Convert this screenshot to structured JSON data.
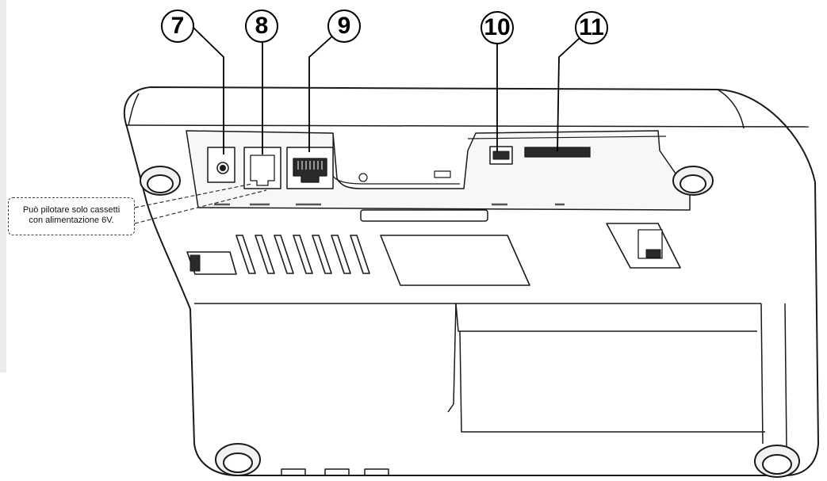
{
  "callouts": [
    {
      "label": "7"
    },
    {
      "label": "8"
    },
    {
      "label": "9"
    },
    {
      "label": "10"
    },
    {
      "label": "11"
    }
  ],
  "note": {
    "line1": "Può pilotare solo cassetti",
    "line2": "con alimentazione 6V."
  },
  "colors": {
    "outline": "#1a1a1a",
    "body_fill": "#ffffff",
    "shade": "#e6e6e6",
    "dark": "#333333"
  }
}
